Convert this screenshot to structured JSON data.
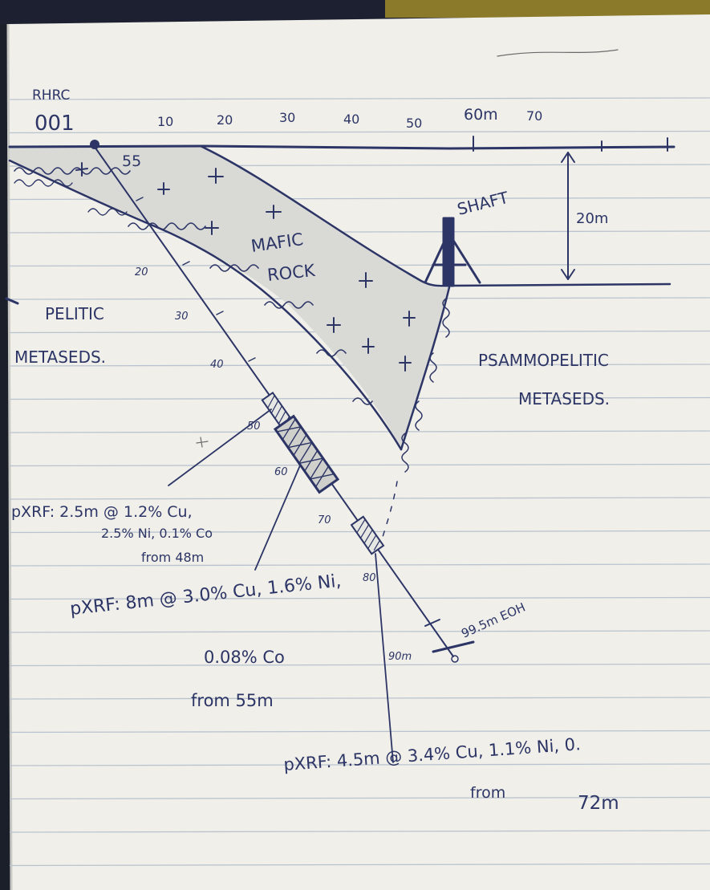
{
  "drillhole_id": {
    "prefix": "RHRC",
    "number": "001"
  },
  "scale_labels": [
    "10",
    "20",
    "30",
    "40",
    "50",
    "60m",
    "70"
  ],
  "dip_label": "55",
  "depth_ticks": [
    "20",
    "30",
    "40",
    "50",
    "60",
    "70",
    "80",
    "90m"
  ],
  "shaft": {
    "label": "SHAFT",
    "depth": "20m"
  },
  "units": {
    "mafic": [
      "MAFIC",
      "ROCK"
    ],
    "pelitic": [
      "PELITIC",
      "METASEDS."
    ],
    "psammopelitic": [
      "PSAMMOPELITIC",
      "METASEDS."
    ]
  },
  "eoh": "99.5m EOH",
  "intercepts": [
    {
      "lines": [
        "pXRF: 2.5m @ 1.2% Cu,",
        "2.5% Ni, 0.1% Co",
        "from 48m"
      ]
    },
    {
      "lines": [
        "pXRF: 8m @ 3.0% Cu, 1.6% Ni,",
        "0.08% Co",
        "from 55m"
      ]
    },
    {
      "lines": [
        "pXRF: 4.5m @ 3.4% Cu, 1.1% Ni, 0.",
        "from",
        "72m"
      ]
    }
  ],
  "colors": {
    "ink": "#2c3566",
    "paper": "#f0efe9",
    "rule": "#b9c3cf"
  }
}
